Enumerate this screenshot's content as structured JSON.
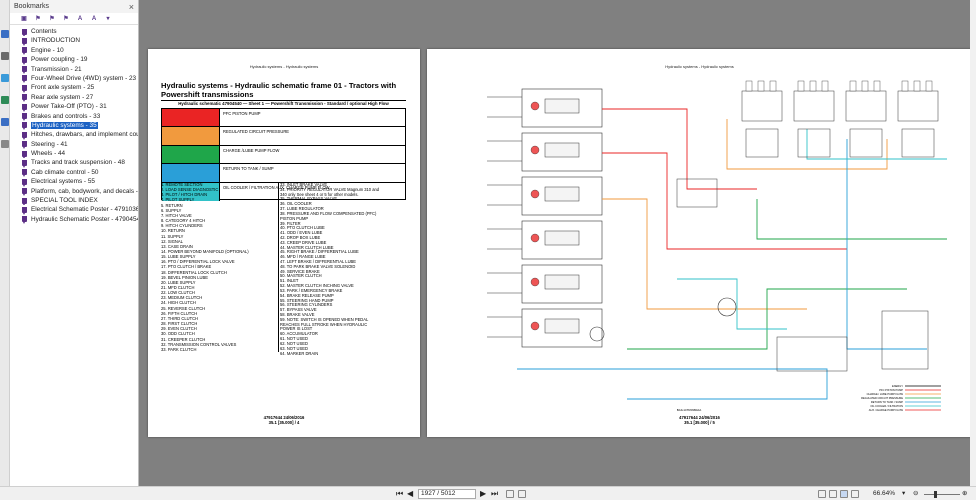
{
  "bookmarks": {
    "title": "Bookmarks",
    "items": [
      "Contents",
      "INTRODUCTION",
      "Engine - 10",
      "Power coupling - 19",
      "Transmission - 21",
      "Four-Wheel Drive (4WD) system - 23",
      "Front axle system - 25",
      "Rear axle system - 27",
      "Power Take-Off (PTO) - 31",
      "Brakes and controls - 33",
      "Hydraulic systems - 35",
      "Hitches, drawbars, and implement cou",
      "Steering - 41",
      "Wheels - 44",
      "Tracks and track suspension - 48",
      "Cab climate control - 50",
      "Electrical systems - 55",
      "Platform, cab, bodywork, and decals -",
      "SPECIAL TOOL INDEX",
      "Electrical Schematic Poster - 4791036",
      "Hydraulic Schematic Poster - 4790454"
    ],
    "selected_index": 10
  },
  "page_left": {
    "header": "Hydraulic systems - Hydraulic systems",
    "title": "Hydraulic systems - Hydraulic schematic frame 01 - Tractors with Powershift transmissions",
    "subtitle": "Hydraulic schematic 47904540 — Sheet 1 — Powershift Transmission - Standard / optional High Flow",
    "legend": [
      {
        "color": "#ea2424",
        "label": "PFC PISTON PUMP"
      },
      {
        "color": "#f19a3e",
        "label": "REGULATED CIRCUIT PRESSURE"
      },
      {
        "color": "#1fa64a",
        "label": "CHARGE /LUBE PUMP FLOW"
      },
      {
        "color": "#2a9fd8",
        "label": "RETURN TO TANK / SUMP"
      },
      {
        "color": "#32c2c8",
        "label": "OIL COOLER / FILTRATION AUX. CHARGE PUMP FLOW"
      }
    ],
    "items_left": [
      "1. REMOTE SECTION",
      "2. LOAD SENSE DIAGNOSTIC",
      "3. PILOT / HITCH DRAIN",
      "4. PILOT SUPPLY",
      "5. RETURN",
      "6. SUPPLY",
      "7. HITCH VALVE",
      "8. CATEGORY 4 HITCH",
      "9. HITCH CYLINDERS",
      "10. RETURN",
      "11. SUPPLY",
      "12. SIGNAL",
      "13. CASE DRAIN",
      "14. POWER BEYOND MANIFOLD (OPTIONAL)",
      "15. LUBE SUPPLY",
      "16. PTO / DIFFERENTIAL LOCK VALVE",
      "17. PTO CLUTCH / BRAKE",
      "18. DIFFERENTIAL LOCK CLUTCH",
      "19. BEVEL PINION LUBE",
      "20. LUBE SUPPLY",
      "21. MFD CLUTCH",
      "22. LOW CLUTCH",
      "23. MEDIUM CLUTCH",
      "24. HIGH CLUTCH",
      "25. REVERSE CLUTCH",
      "26. FIFTH CLUTCH",
      "27. THIRD CLUTCH",
      "28. FIRST CLUTCH",
      "29. EVEN CLUTCH",
      "30. ODD CLUTCH",
      "31. CREEPER CLUTCH",
      "32. TRANSMISSION CONTROL VALVES",
      "33. PARK CLUTCH"
    ],
    "items_right": [
      "33. INLET BRAKE VALVE",
      "34. PRIORITY REGULATOR VALVE Magnum 310 and",
      "340 only See sheet 4 or 5 for other models.",
      "35. THERMAL BYPASS VALVE",
      "36. OIL COOLER",
      "37. LUBE REGULATOR",
      "38. PRESSURE AND FLOW COMPENSATED (PFC)",
      "PISTON PUMP",
      "39. FILTER",
      "40. PTO CLUTCH LUBE",
      "41. ODD / EVEN LUBE",
      "42. DROP BOX LUBE",
      "43. CREEP DRIVE LUBE",
      "44. MASTER CLUTCH LUBE",
      "45. RIGHT BRAKE / DIFFERENTIAL LUBE",
      "46. MFD / RANGE LUBE",
      "47. LEFT BRAKE / DIFFERENTIAL LUBE",
      "48. TO PARK BRAKE VALVE SOLENOID",
      "49. SERVICE BRAKE",
      "50. MASTER CLUTCH",
      "51. INLET",
      "52. MASTER CLUTCH INCHING VALVE",
      "53. PARK / EMERGENCY BRAKE",
      "54. BRAKE RELEASE PUMP",
      "55. STEERING HAND PUMP",
      "56. STEERING CYLINDERS",
      "57. BYPASS VALVE",
      "58. BRAKE VALVE",
      "59. NOTE: SWITCH IS OPENED WHEN PEDAL",
      "REACHES FULL STROKE WHEN HYDRAULIC",
      "POWER IS LOST",
      "60. ACCUMULATOR",
      "61. NOT USED",
      "62. NOT USED",
      "63. NOT USED",
      "64. MARKER DRAIN"
    ],
    "footer_code": "47917644 24/06/2016",
    "footer_page": "35.1 [35.000] / 4"
  },
  "page_right": {
    "header": "Hydraulic systems - Hydraulic systems",
    "code": "BAIL14TR0980AA",
    "legend": [
      "ENERGY",
      "PFC PISTON PUMP",
      "CHARGE / LUBE PUMP FLOW",
      "REGULATED CIRCUIT PRESSURE",
      "RETURN TO TANK / SUMP",
      "OIL COOLER / FILTRATION",
      "AUX. CHARGE PUMP FLOW"
    ],
    "footer_code": "47917644 24/06/2016",
    "footer_page": "35.1 [35.000] / 5"
  },
  "status": {
    "page_input": "1927 / 5012",
    "zoom": "66.64%"
  }
}
